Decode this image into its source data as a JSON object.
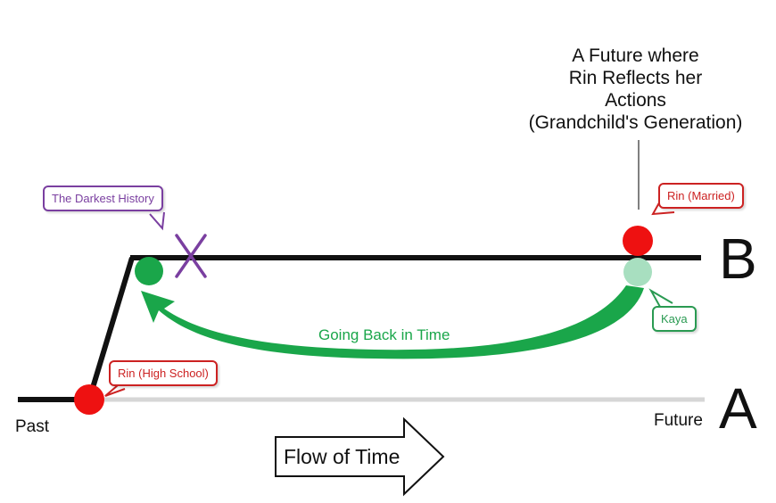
{
  "labels": {
    "past": "Past",
    "future": "Future",
    "flow_of_time": "Flow of Time",
    "going_back": "Going Back in Time",
    "future_note_lines": [
      "A Future where",
      "Rin Reflects her",
      "Actions",
      "(Grandchild's Generation)"
    ]
  },
  "timelines": {
    "a": "A",
    "b": "B"
  },
  "callouts": {
    "darkest_history": "The Darkest History",
    "rin_married": "Rin (Married)",
    "rin_high_school": "Rin (High School)",
    "kaya": "Kaya"
  },
  "colors": {
    "line_black": "#111111",
    "line_gray": "#d6d6d6",
    "rin_red": "#ee1111",
    "kaya_green": "#1aa64a",
    "kaya_light": "#a8dfc0",
    "purple": "#7a3fa0",
    "callout_red": "#cc2222",
    "callout_green": "#2a9a52"
  }
}
